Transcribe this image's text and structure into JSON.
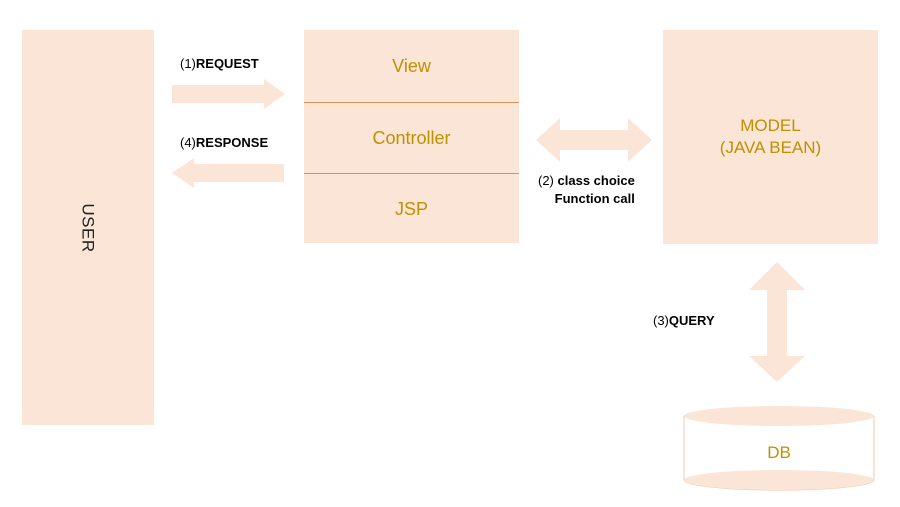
{
  "user": {
    "label": "USER"
  },
  "mvc": {
    "view": "View",
    "controller": "Controller",
    "jsp": "JSP"
  },
  "model": {
    "line1": "MODEL",
    "line2": "(JAVA BEAN)"
  },
  "db": {
    "label": "DB"
  },
  "arrows": {
    "request": {
      "step": "(1)",
      "text": "REQUEST"
    },
    "response": {
      "step": "(4)",
      "text": "RESPONSE"
    },
    "class_choice": {
      "step": "(2)",
      "line1": "class choice",
      "line2": "Function call"
    },
    "query": {
      "step": "(3)",
      "text": "QUERY"
    }
  },
  "colors": {
    "box_fill": "#fbe5d6",
    "label_text": "#bf9000",
    "divider": "#d9915a",
    "arrow_fill": "#fbe5d6"
  }
}
